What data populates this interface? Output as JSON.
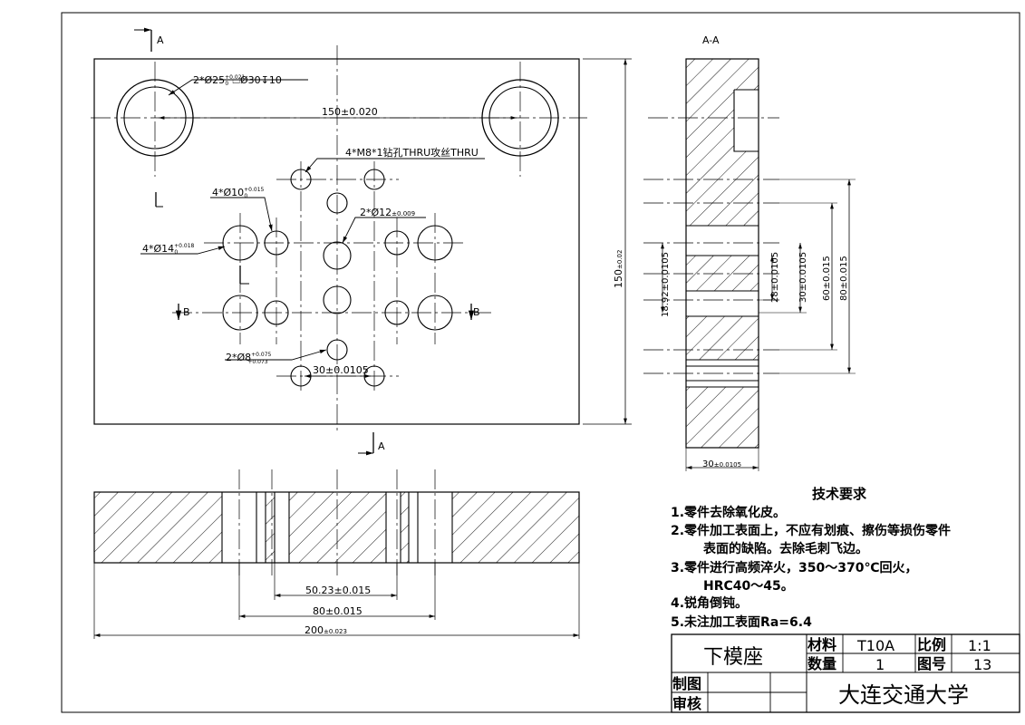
{
  "view_markers": {
    "section_top": "A",
    "section_bottom": "A",
    "section_left": "B",
    "section_right": "B",
    "section_view_title": "A-A"
  },
  "plan_view": {
    "callout_guide_holes": "2*Ø25",
    "callout_guide_tol_upper": "+0.021",
    "callout_guide_tol_lower": "0",
    "callout_guide_cbore": "Ø30",
    "callout_guide_depth": "10",
    "callout_m8": "4*M8*1钻孔THRU攻丝THRU",
    "callout_d10": "4*Ø10",
    "callout_d10_tol": "+0.015",
    "callout_d10_tol_lower": "0",
    "callout_d12": "2*Ø12",
    "callout_d12_tol": "±0.009",
    "callout_d14": "4*Ø14",
    "callout_d14_tol": "+0.018",
    "callout_d14_tol_lower": "0",
    "callout_d8": "2*Ø8",
    "callout_d8_tol_upper": "+0.075",
    "callout_d8_tol_lower": "+0.073",
    "dim_hole_spacing": "150±0.020",
    "dim_height": "150",
    "dim_height_tol": "±0.02",
    "dim_30": "30±0.0105"
  },
  "front_view": {
    "dim_50": "50.23±0.015",
    "dim_80": "80±0.015",
    "dim_200": "200",
    "dim_200_tol": "±0.023"
  },
  "section_view": {
    "dim_18": "18.92±0.0105",
    "dim_28": "28±0.0105",
    "dim_30v": "30±0.0105",
    "dim_60": "60±0.015",
    "dim_80v": "80±0.015",
    "dim_width": "30",
    "dim_width_tol": "±0.0105"
  },
  "tech_requirements": {
    "title": "技术要求",
    "items": [
      "1.零件去除氧化皮。",
      "2.零件加工表面上，不应有划痕、擦伤等损伤零件",
      "表面的缺陷。去除毛刺飞边。",
      "3.零件进行高频淬火，350～370℃回火，",
      "HRC40～45。",
      "4.锐角倒钝。",
      "5.未注加工表面Ra=6.4"
    ]
  },
  "title_block": {
    "part_name": "下模座",
    "material_label": "材料",
    "material": "T10A",
    "scale_label": "比例",
    "scale": "1:1",
    "qty_label": "数量",
    "qty": "1",
    "drawing_no_label": "图号",
    "drawing_no": "13",
    "drawn_label": "制图",
    "checked_label": "审核",
    "school": "大连交通大学"
  }
}
